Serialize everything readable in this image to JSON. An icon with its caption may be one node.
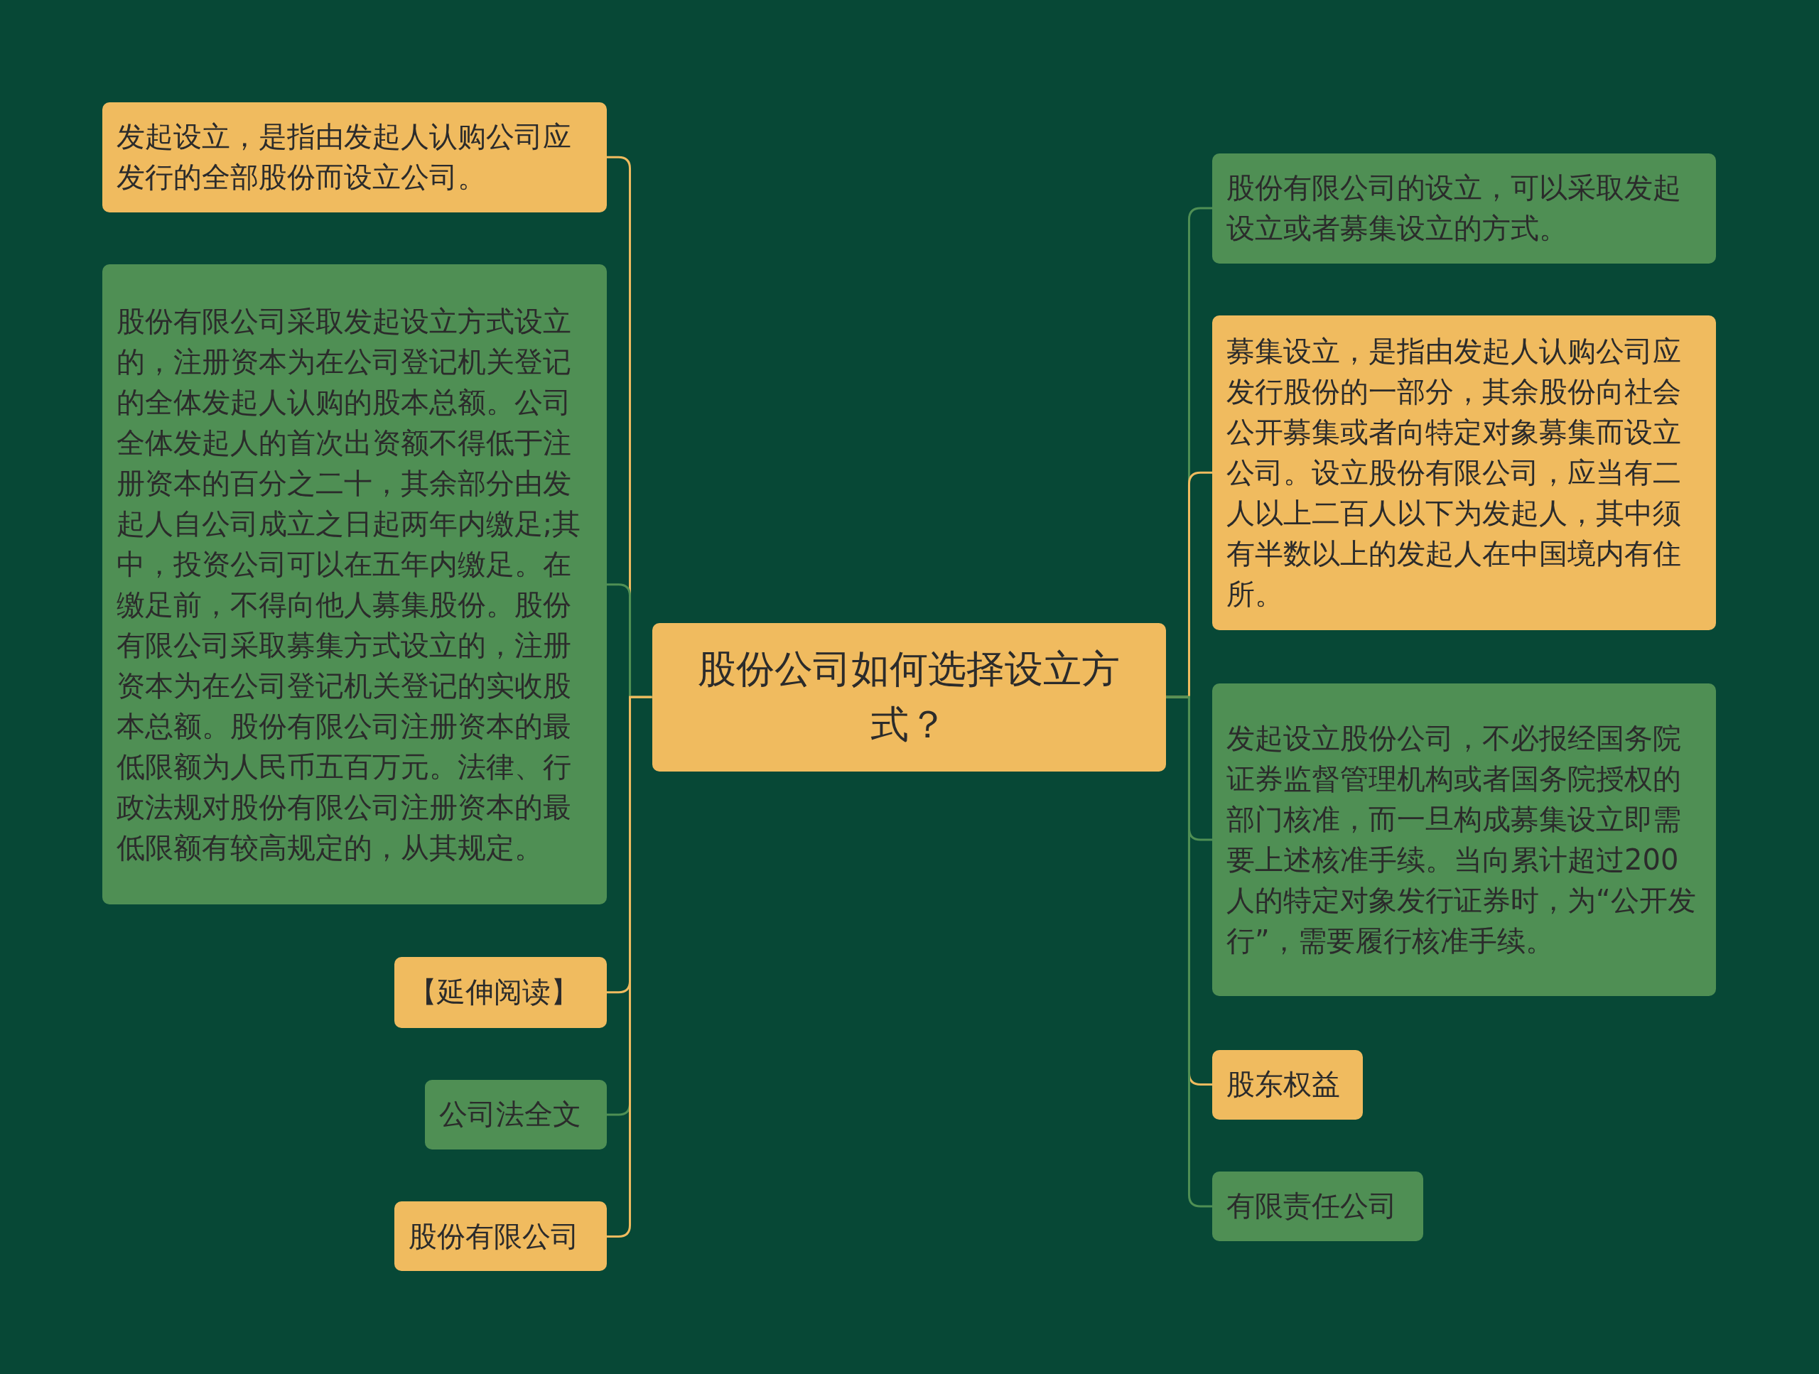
{
  "diagram": {
    "nodes": [
      {
        "text": [
          "股份公司如何选择设立方式？"
        ]
      },
      {
        "text": [
          "发起设立，是指由发起人认购公司应发行的全部股份而设立公司。"
        ]
      },
      {
        "text": [
          "股份有限公司采取发起设立方式设立的，注册资本为在公司登记机关登记的全体发起人认购的股本总额。公司全体发起人的首次出资额不得低于注册资本的百分之二十，其余部分由发起人自公司成立之日起两年内缴足;其中，投资公司可以在五年内缴足。在缴足前，不得向他人募集股份。股份有限公司采取募集方式设立的，注册资本为在公司登记机关登记的实收股本总额。股份有限公司注册资本的最低限额为人民币五百万元。法律、行政法规对股份有限公司注册资本的最低限额有较高规定的，从其规定。"
        ]
      },
      {
        "text": [
          "【延伸阅读】"
        ]
      },
      {
        "text": [
          "公司法全文"
        ]
      },
      {
        "text": [
          "股份有限公司"
        ]
      },
      {
        "text": [
          "股份有限公司的设立，可以采取发起设立或者募集设立的方式。"
        ]
      },
      {
        "text": [
          "募集设立，是指由发起人认购公司应发行股份的一部分，其余股份向社会公开募集或者向特定对象募集而设立公司。设立股份有限公司，应当有二人以上二百人以下为发起人，其中须有半数以上的发起人在中国境内有住所。"
        ]
      },
      {
        "text": [
          "发起设立股份公司，不必报经国务院证券监督管理机构或者国务院授权的部门核准，而一旦构成募集设立即需要上述核准手续。当向累计超过200人的特定对象发行证券时，为“公开发行”，需要履行核准手续。"
        ]
      },
      {
        "text": [
          "股东权益"
        ]
      },
      {
        "text": [
          "有限责任公司"
        ]
      }
    ],
    "edges": [
      {
        "from": 0,
        "to": 1,
        "arrow": "none",
        "color": "#f0bb5f"
      },
      {
        "from": 0,
        "to": 2,
        "arrow": "none",
        "color": "#4f8f54"
      },
      {
        "from": 0,
        "to": 3,
        "arrow": "none",
        "color": "#f0bb5f"
      },
      {
        "from": 0,
        "to": 4,
        "arrow": "none",
        "color": "#4f8f54"
      },
      {
        "from": 0,
        "to": 5,
        "arrow": "none",
        "color": "#f0bb5f"
      },
      {
        "from": 0,
        "to": 6,
        "arrow": "none",
        "color": "#4f8f54"
      },
      {
        "from": 0,
        "to": 7,
        "arrow": "none",
        "color": "#f0bb5f"
      },
      {
        "from": 0,
        "to": 8,
        "arrow": "none",
        "color": "#4f8f54"
      },
      {
        "from": 0,
        "to": 9,
        "arrow": "none",
        "color": "#f0bb5f"
      },
      {
        "from": 0,
        "to": 10,
        "arrow": "none",
        "color": "#4f8f54"
      }
    ]
  }
}
